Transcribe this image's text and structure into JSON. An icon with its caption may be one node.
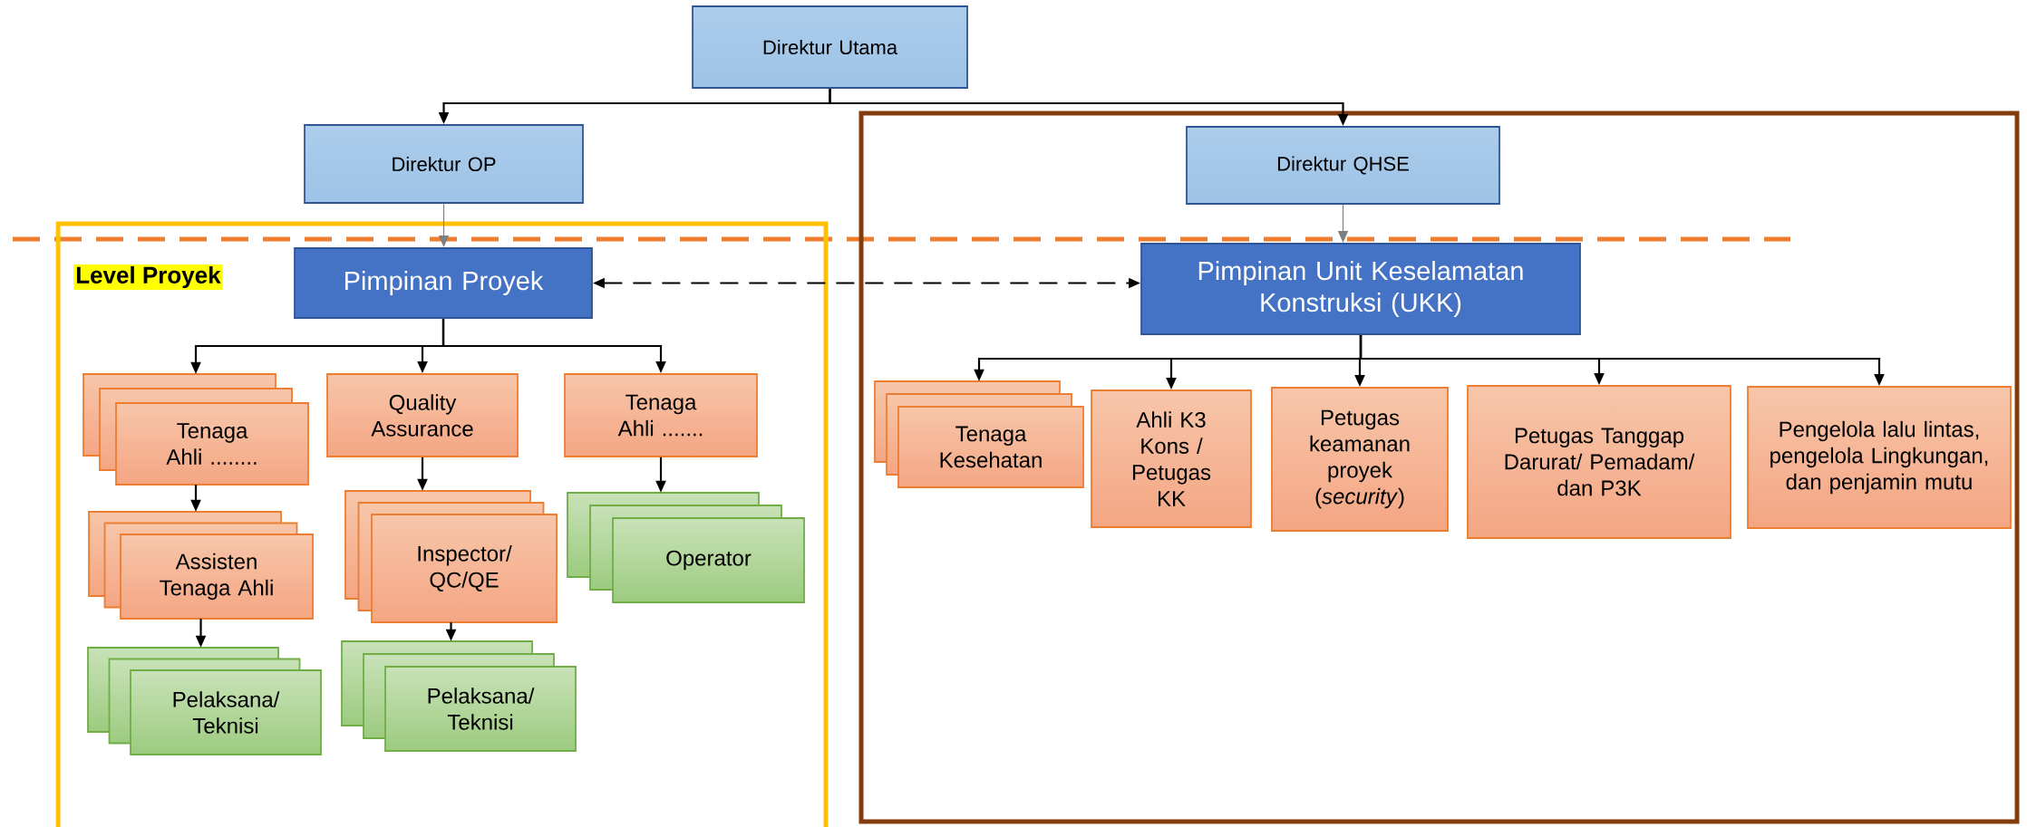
{
  "diagram": {
    "nodes": [
      {
        "text": [
          "Direktur Utama"
        ]
      },
      {
        "text": [
          "Direktur OP"
        ]
      },
      {
        "text": [],
        "shape": "box"
      },
      {
        "text": [],
        "shape": "box"
      },
      {
        "text": [
          "Direktur QHSE"
        ],
        "in": 3
      },
      {
        "text": [
          "Pimpinan Proyek"
        ],
        "in": 2
      },
      {
        "text": [
          "Pimpinan Unit Keselamatan Konstruksi (UKK)"
        ],
        "in": 3
      },
      {
        "text": [
          "Tenaga Ahli ........"
        ],
        "in": 2
      },
      {
        "text": [
          "Quality Assurance"
        ],
        "in": 2
      },
      {
        "text": [
          "Tenaga Ahli ......."
        ],
        "in": 2
      },
      {
        "text": [
          "Assisten Tenaga Ahli"
        ],
        "in": 2
      },
      {
        "text": [
          "Inspector/ QC/QE"
        ],
        "in": 2
      },
      {
        "text": [
          "Operator"
        ],
        "in": 2
      },
      {
        "text": [
          "Pelaksana/ Teknisi"
        ],
        "in": 2
      },
      {
        "text": [
          "Pelaksana/ Teknisi"
        ],
        "in": 2
      },
      {
        "text": [
          "Tenaga Kesehatan"
        ],
        "in": 3
      },
      {
        "text": [
          "Ahli K3 Kons / Petugas KK"
        ],
        "in": 3
      },
      {
        "text": [
          "Petugas keamanan proyek (*security*)"
        ],
        "in": 3
      },
      {
        "text": [
          "Petugas Tanggap Darurat/ Pemadam/ dan P3K"
        ],
        "in": 3
      },
      {
        "text": [
          "Pengelola lalu lintas, pengelola Lingkungan, dan penjamin mutu"
        ],
        "in": 3
      }
    ],
    "edges": [
      {
        "from": 0,
        "to": 1,
        "arrow": "to"
      },
      {
        "from": 0,
        "to": 4,
        "arrow": "to"
      },
      {
        "from": 1,
        "to": 5,
        "arrow": "to",
        "color": "#7f7f7f"
      },
      {
        "from": 4,
        "to": 6,
        "arrow": "to",
        "color": "#7f7f7f"
      },
      {
        "from": 5,
        "to": 6,
        "arrow": "both",
        "style": "dashed"
      },
      {
        "from": 5,
        "to": 7,
        "arrow": "to"
      },
      {
        "from": 5,
        "to": 8,
        "arrow": "to"
      },
      {
        "from": 5,
        "to": 9,
        "arrow": "to"
      },
      {
        "from": 7,
        "to": 10,
        "arrow": "to"
      },
      {
        "from": 10,
        "to": 13,
        "arrow": "to"
      },
      {
        "from": 8,
        "to": 11,
        "arrow": "to"
      },
      {
        "from": 11,
        "to": 14,
        "arrow": "to"
      },
      {
        "from": 9,
        "to": 12,
        "arrow": "to"
      },
      {
        "from": 6,
        "to": 15,
        "arrow": "to"
      },
      {
        "from": 6,
        "to": 16,
        "arrow": "to"
      },
      {
        "from": 6,
        "to": 17,
        "arrow": "to"
      },
      {
        "from": 6,
        "to": 18,
        "arrow": "to"
      },
      {
        "from": 6,
        "to": 19,
        "arrow": "to"
      }
    ],
    "labels": [
      "Level Proyek"
    ]
  }
}
